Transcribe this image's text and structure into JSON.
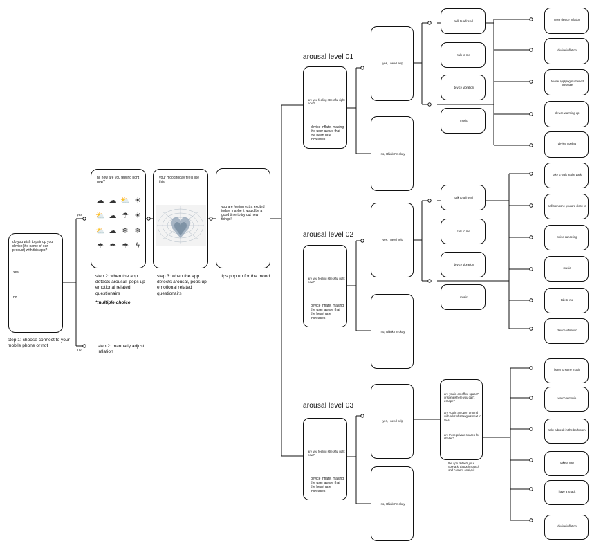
{
  "step1": {
    "question": "do you wish to pair up your device(the name of our product) with this app?",
    "yes_option": "yes",
    "no_option": "no",
    "caption": "step 1: choose connect to your mobile phone or not",
    "branch_yes": "yes",
    "branch_no": "no"
  },
  "step2": {
    "question": "hi! how are you feeling right now?",
    "weather_icons": [
      "cloud-icon",
      "cloud-icon",
      "cloud-sun-icon",
      "sun-icon",
      "cloud-sun-icon",
      "cloud-icon",
      "cloud-rain-icon",
      "sun-icon",
      "cloud-sun-icon",
      "cloud-icon",
      "snowflake-icon",
      "snowflake-icon",
      "cloud-rain-icon",
      "cloud-rain-icon",
      "cloud-rain-icon",
      "lightning-icon"
    ],
    "weather_glyphs": [
      "☁",
      "☁",
      "⛅",
      "☀",
      "⛅",
      "☁",
      "☂",
      "☀",
      "⛅",
      "☁",
      "❄",
      "❄",
      "☂",
      "☂",
      "☂",
      "ϟ"
    ],
    "caption": "step 2: when the app detects arousal, pops up emotional related questionairs",
    "note": "*multiple choice",
    "manual_caption": "step 2: manually adjust inflation"
  },
  "step3": {
    "title": "your mood today feels like this:",
    "caption": "step 3: when the app detects arousal, pops up emotional related questionairs"
  },
  "tips": {
    "message": "you are feeling extra excited today, maybe it would be a good time to try out new things!",
    "caption": "tips pop up for the mood"
  },
  "levels": [
    {
      "heading": "arousal level 01",
      "question": "are you feeling stressful right now?",
      "note": "device inflate, making the user aware that the heart rate increases",
      "yes_label": "yes, I need help",
      "no_label": "no, I think I'm okay",
      "options": [
        "talk to a friend",
        "talk to me",
        "device vibration",
        "music"
      ]
    },
    {
      "heading": "arousal level 02",
      "question": "are you feeling stressful right now?",
      "note": "device inflate, making the user aware that the heart rate increases",
      "yes_label": "yes, I need help",
      "no_label": "no, I think I'm okay",
      "options": [
        "talk to a friend",
        "talk to me",
        "device vibration",
        "music"
      ]
    },
    {
      "heading": "arousal level 03",
      "question": "are you feeling stressful right now?",
      "note": "device inflate, making the user aware that the heart rate increases",
      "yes_label": "yes, I need help",
      "no_label": "no, I think I'm okay",
      "scan_questions": [
        "are you in an office space? or somewhere you can't escape?",
        "are you in an open ground with a lot of strangers next to you?",
        "are there private spaces for shelter?"
      ],
      "scan_caption": "the app detects your scenario through sound and camera analysis"
    }
  ],
  "actions_top": [
    "more device inflation",
    "device inflation",
    "device applying sustained pressure",
    "device warming up",
    "device cooling"
  ],
  "actions_mid": [
    "take a walk at the park",
    "call someone you are close to",
    "noise canceling",
    "music",
    "talk to me",
    "device vibration"
  ],
  "actions_bottom": [
    "listen to some music",
    "watch a movie",
    "take a break in the bathroom",
    "take a nap",
    "have a snack",
    "device inflation"
  ]
}
